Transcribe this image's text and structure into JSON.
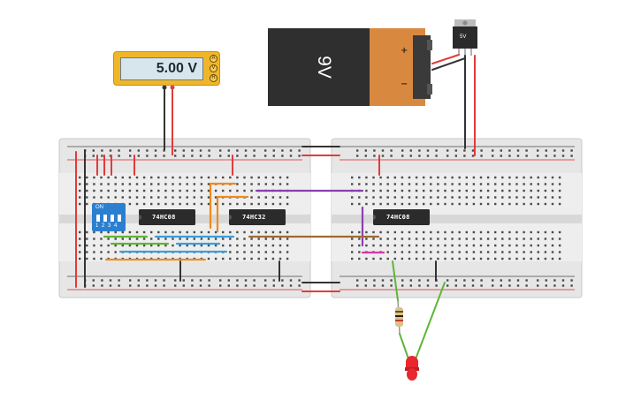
{
  "multimeter": {
    "reading": "5.00 V",
    "knob_top": "A",
    "knob_mid": "V",
    "knob_bot": "R"
  },
  "battery": {
    "label": "9V",
    "plus": "+",
    "minus": "−"
  },
  "regulator": {
    "label": "5V"
  },
  "chips": {
    "left": "74HC08",
    "middle": "74HC32",
    "right": "74HC08"
  },
  "dip_switch": {
    "on_label": "ON",
    "numbers": "1 2 3 4"
  },
  "colors": {
    "wire_red": "#e23b3b",
    "wire_black": "#333333",
    "wire_orange": "#ef8a1d",
    "wire_purple": "#8b3fb0",
    "wire_green": "#5fb538",
    "wire_blue": "#3a9fdb",
    "wire_brown": "#a06a35",
    "wire_pink": "#d13aa8",
    "led": "#e8282d",
    "dip": "#2a7fd1"
  }
}
